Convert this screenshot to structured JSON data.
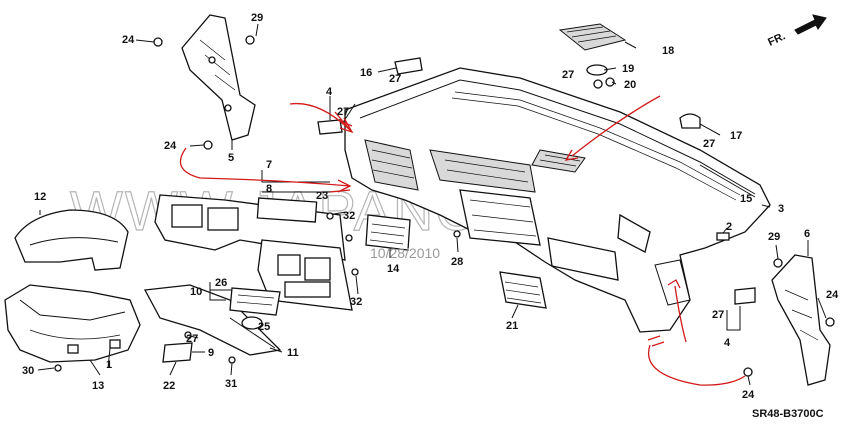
{
  "watermark": "WWW.JAPANCARS.RU",
  "date_stamp": "10/28/2010",
  "diagram_code": "SR48-B3700C",
  "direction_label": "FR.",
  "callouts": {
    "c1": "1",
    "c2": "2",
    "c3": "3",
    "c4a": "4",
    "c4b": "4",
    "c5": "5",
    "c6": "6",
    "c7": "7",
    "c8": "8",
    "c9": "9",
    "c10": "10",
    "c11": "11",
    "c12": "12",
    "c13": "13",
    "c14": "14",
    "c15": "15",
    "c16": "16",
    "c17": "17",
    "c18": "18",
    "c19": "19",
    "c20": "20",
    "c21": "21",
    "c22": "22",
    "c23": "23",
    "c24a": "24",
    "c24b": "24",
    "c24c": "24",
    "c24d": "24",
    "c25": "25",
    "c26": "26",
    "c27a": "27",
    "c27b": "27",
    "c27c": "27",
    "c27d": "27",
    "c27e": "27",
    "c27f": "27",
    "c28": "28",
    "c29a": "29",
    "c29b": "29",
    "c30": "30",
    "c31": "31",
    "c32a": "32",
    "c32b": "32"
  }
}
